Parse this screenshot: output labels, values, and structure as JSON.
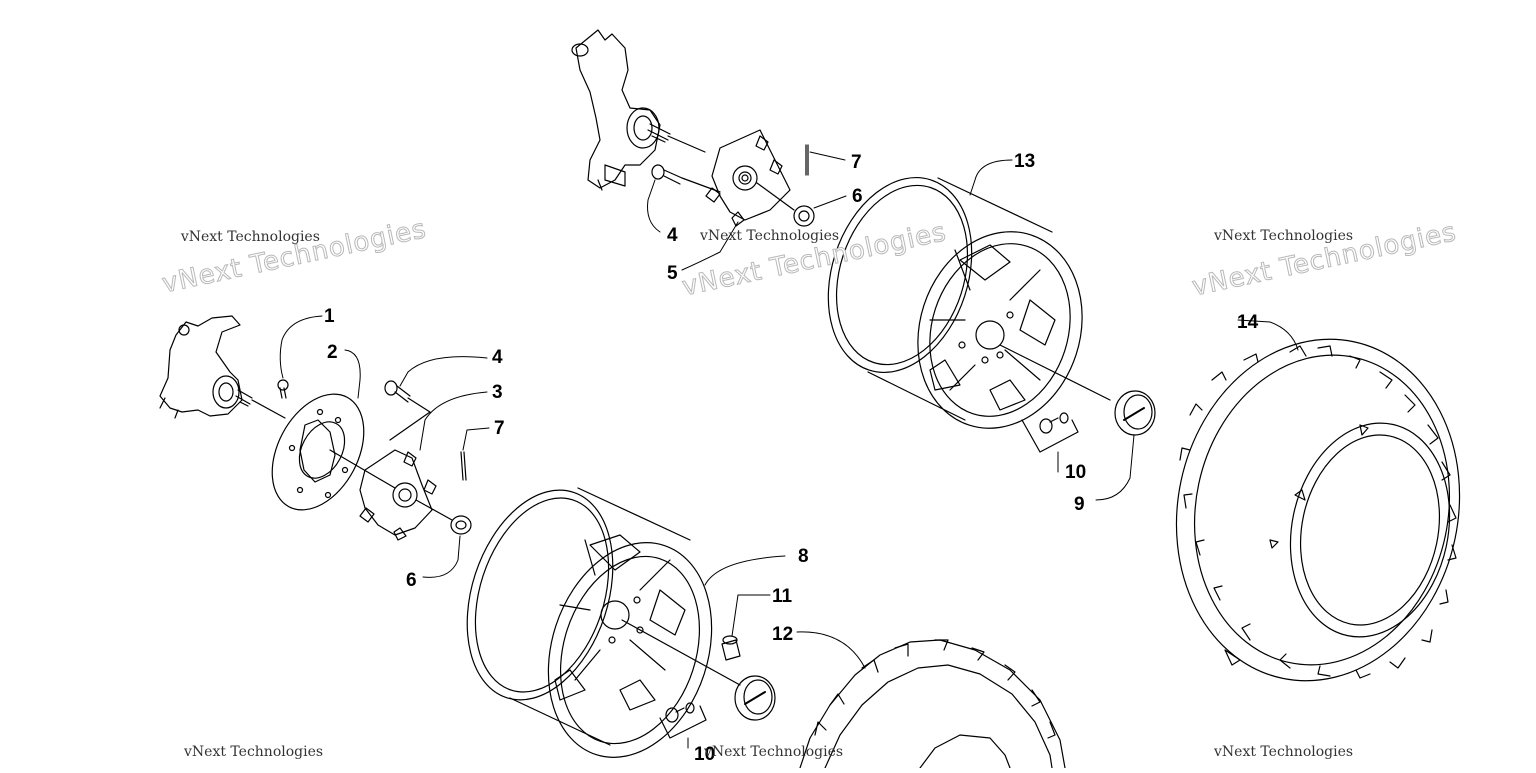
{
  "callouts": [
    {
      "id": "c1",
      "text": "1"
    },
    {
      "id": "c2",
      "text": "2"
    },
    {
      "id": "c3",
      "text": "3"
    },
    {
      "id": "c4a",
      "text": "4"
    },
    {
      "id": "c7a",
      "text": "7"
    },
    {
      "id": "c6a",
      "text": "6"
    },
    {
      "id": "c7b",
      "text": "7"
    },
    {
      "id": "c6b",
      "text": "6"
    },
    {
      "id": "c4b",
      "text": "4"
    },
    {
      "id": "c5",
      "text": "5"
    },
    {
      "id": "c13",
      "text": "13"
    },
    {
      "id": "c14",
      "text": "14"
    },
    {
      "id": "c10a",
      "text": "10"
    },
    {
      "id": "c9",
      "text": "9"
    },
    {
      "id": "c8",
      "text": "8"
    },
    {
      "id": "c11",
      "text": "11"
    },
    {
      "id": "c12",
      "text": "12"
    },
    {
      "id": "c10b",
      "text": "10"
    }
  ],
  "watermark": {
    "large": "vNext Technologies",
    "small": "vNext Technologies"
  },
  "colors": {
    "line": "#000000",
    "watermark": "#b9b9b9",
    "background": "#ffffff"
  }
}
